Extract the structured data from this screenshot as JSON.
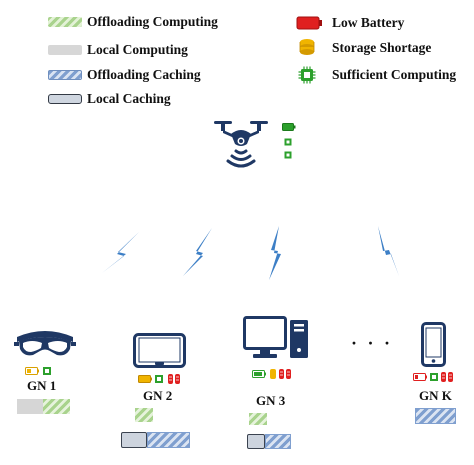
{
  "legend": {
    "offloading_computing": "Offloading Computing",
    "local_computing": "Local Computing",
    "offloading_caching": "Offloading Caching",
    "local_caching": "Local Caching",
    "low_battery": "Low Battery",
    "storage_shortage": "Storage Shortage",
    "sufficient_computing": "Sufficient Computing"
  },
  "colors": {
    "uav": "#1f3864",
    "device": "#1f3864",
    "link": "#3d7fc6",
    "battery_low": "#e02020",
    "storage": "#f0b400",
    "computing": "#2ca02c"
  },
  "ground_nodes": [
    {
      "label": "GN 1",
      "icon": "vr-headset-icon"
    },
    {
      "label": "GN 2",
      "icon": "tablet-icon"
    },
    {
      "label": "GN 3",
      "icon": "desktop-computer-icon"
    },
    {
      "label": "GN K",
      "icon": "smartphone-icon"
    }
  ],
  "ellipsis": "· · ·"
}
